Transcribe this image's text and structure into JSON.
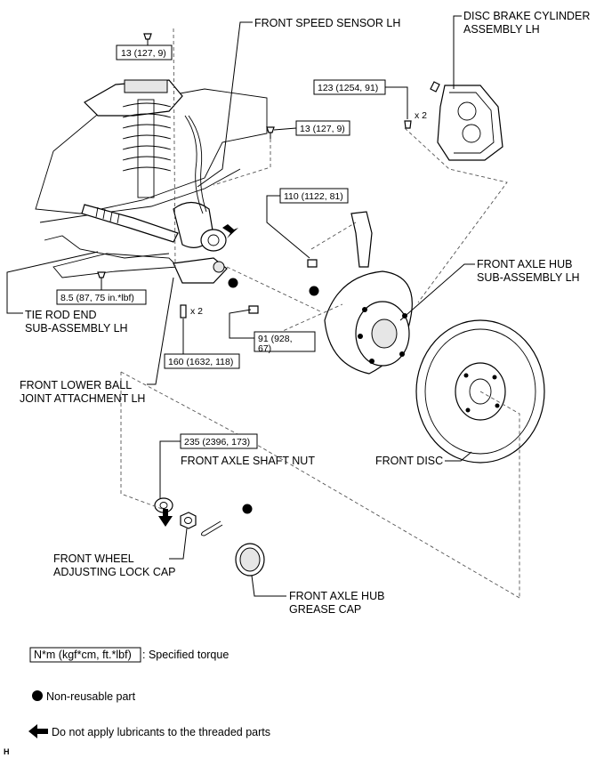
{
  "labels": {
    "front_speed_sensor": "FRONT SPEED SENSOR LH",
    "disc_brake_cylinder_1": "DISC BRAKE CYLINDER",
    "disc_brake_cylinder_2": "ASSEMBLY LH",
    "front_axle_hub_1": "FRONT AXLE HUB",
    "front_axle_hub_2": "SUB-ASSEMBLY LH",
    "tie_rod_end_1": "TIE ROD END",
    "tie_rod_end_2": "SUB-ASSEMBLY LH",
    "lower_ball_joint_1": "FRONT LOWER BALL",
    "lower_ball_joint_2": "JOINT ATTACHMENT LH",
    "front_axle_shaft_nut": "FRONT AXLE SHAFT NUT",
    "front_disc": "FRONT DISC",
    "wheel_lock_cap_1": "FRONT WHEEL",
    "wheel_lock_cap_2": "ADJUSTING LOCK CAP",
    "grease_cap_1": "FRONT AXLE HUB",
    "grease_cap_2": "GREASE CAP",
    "multiplier_caliper": "x 2",
    "multiplier_ball_joint": "x 2"
  },
  "torques": {
    "speed_sensor_bolt_top": "13 (127, 9)",
    "caliper_bolt": "123 (1254, 91)",
    "speed_sensor_bolt_mid": "13 (127, 9)",
    "knuckle_nut": "110 (1122, 81)",
    "tie_rod_nut": "8.5 (87, 75 in.*lbf)",
    "tie_rod_nut_2_line1": "91 (928,",
    "tie_rod_nut_2_line2": "67)",
    "ball_joint_bolt": "160 (1632, 118)",
    "axle_shaft_nut": "235 (2396, 173)"
  },
  "legend": {
    "torque_box": "N*m (kgf*cm, ft.*lbf)",
    "torque_desc": ": Specified torque",
    "non_reusable": "Non-reusable part",
    "no_lubricant": "Do not apply lubricants to the threaded parts"
  },
  "footer": {
    "code": "H"
  }
}
